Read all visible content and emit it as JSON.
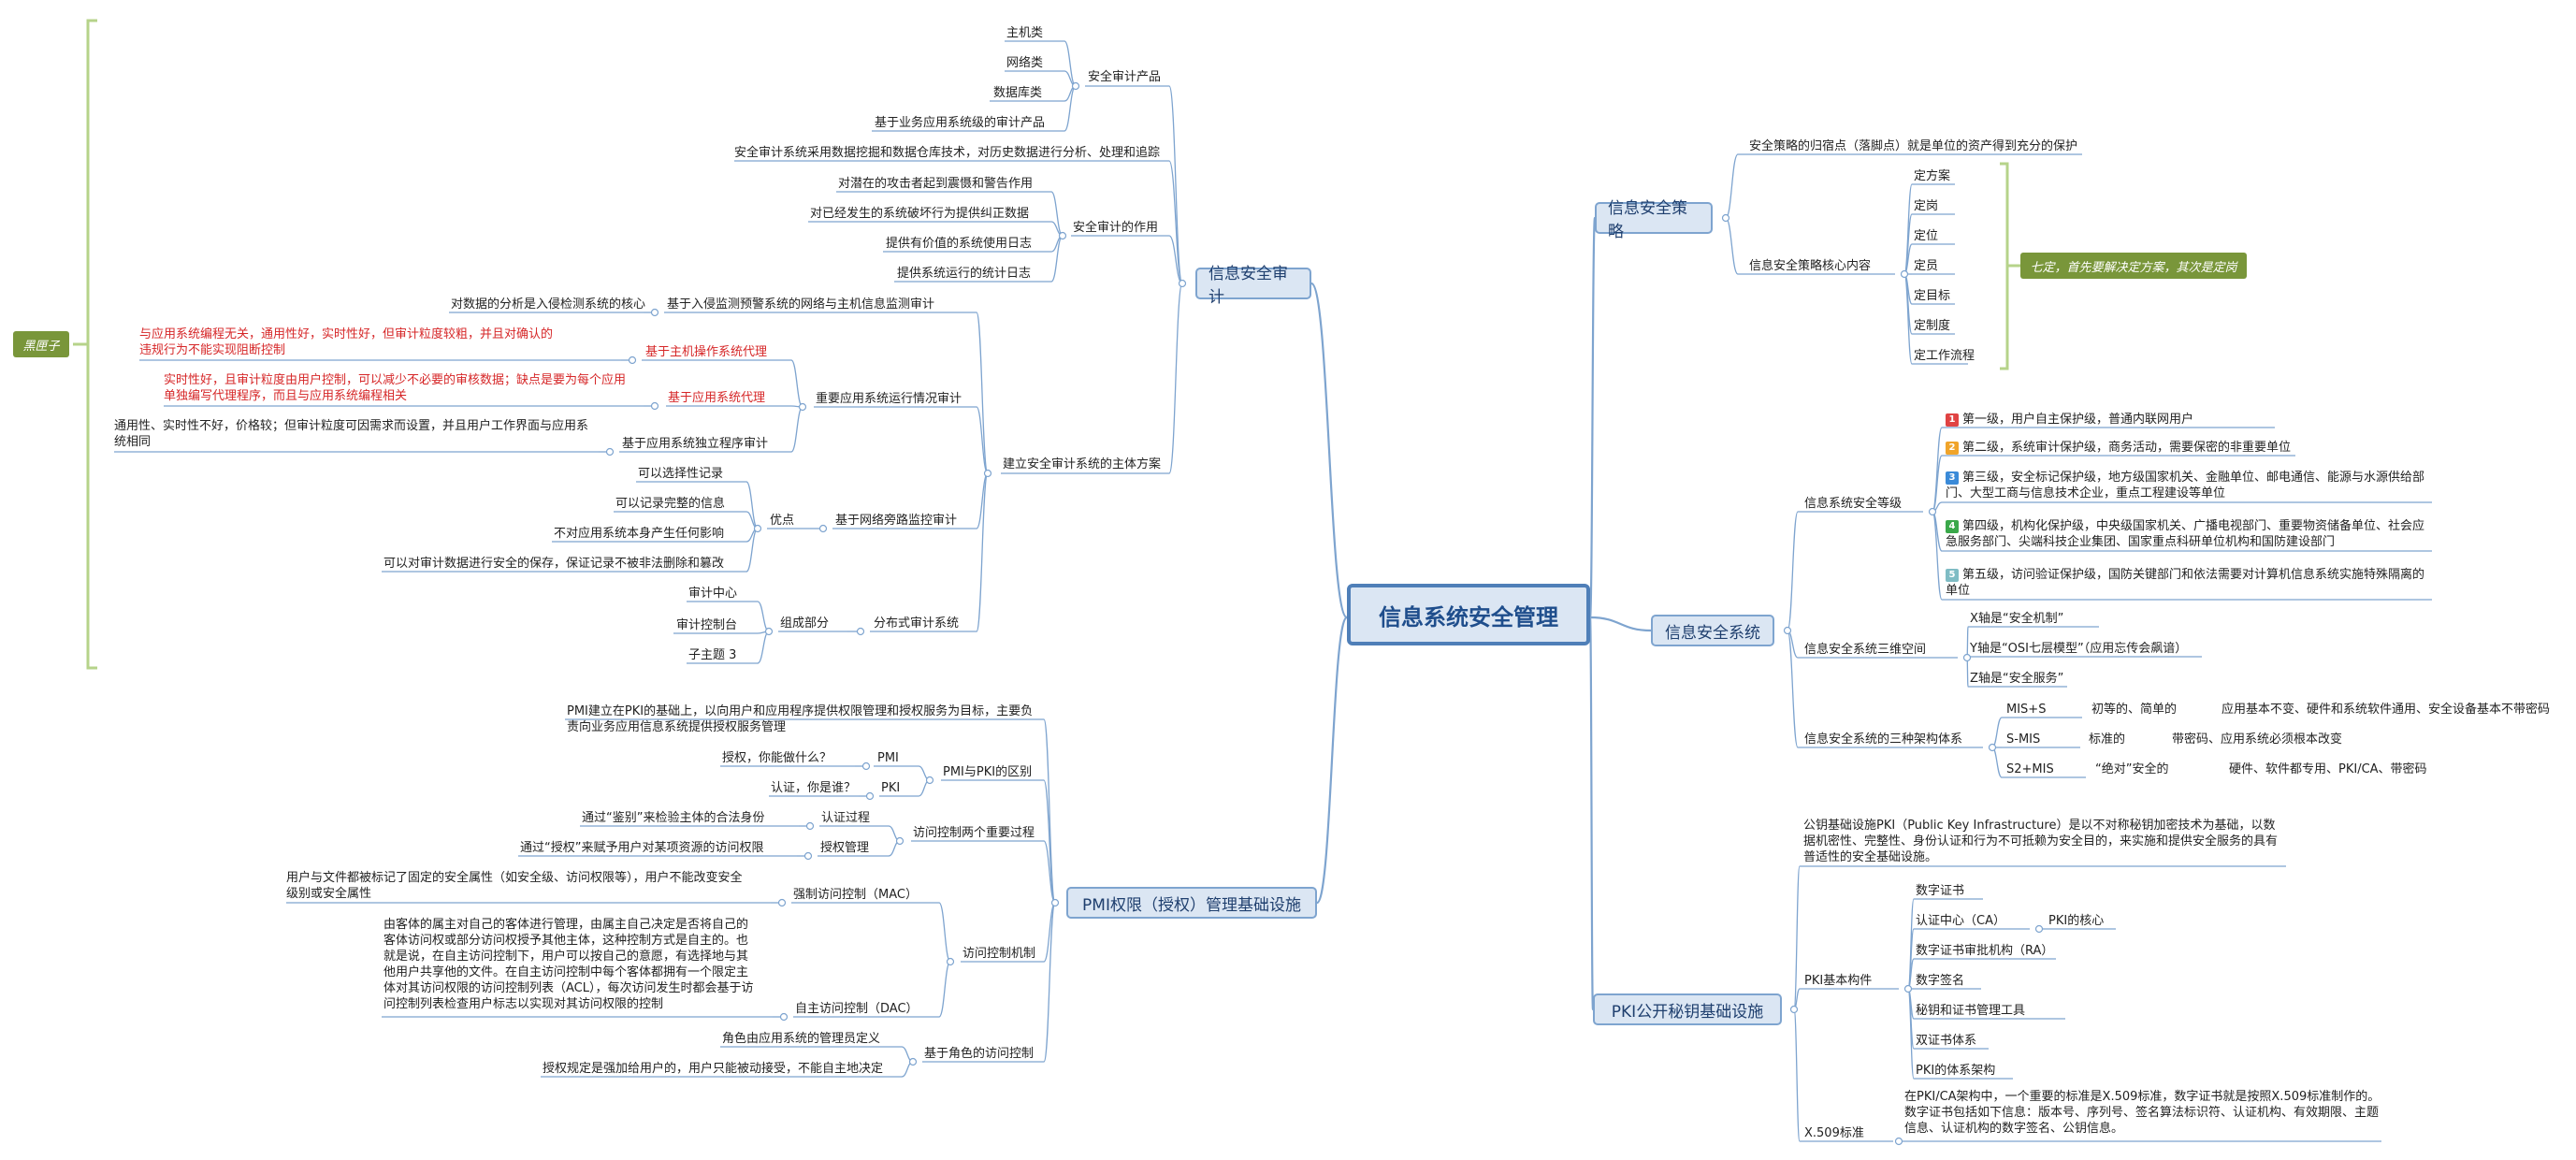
{
  "root": "信息系统安全管理",
  "audit": {
    "title": "信息安全审计",
    "products": {
      "label": "安全审计产品",
      "items": [
        "主机类",
        "网络类",
        "数据库类",
        "基于业务应用系统级的审计产品"
      ]
    },
    "mining": "安全审计系统采用数据挖掘和数据仓库技术，对历史数据进行分析、处理和追踪",
    "role": {
      "label": "安全审计的作用",
      "items": [
        "对潜在的攻击者起到震慑和警告作用",
        "对已经发生的系统破坏行为提供纠正数据",
        "提供有价值的系统使用日志",
        "提供系统运行的统计日志"
      ]
    },
    "scheme": {
      "label": "建立安全审计系统的主体方案",
      "ids": {
        "label": "基于入侵监测预警系统的网络与主机信息监测审计",
        "note": "对数据的分析是入侵检测系统的核心"
      },
      "important": {
        "label": "重要应用系统运行情况审计",
        "host_agent": {
          "label": "基于主机操作系统代理",
          "note": "与应用系统编程无关，通用性好，实时性好，但审计粒度较粗，并且对确认的违规行为不能实现阻断控制"
        },
        "app_agent": {
          "label": "基于应用系统代理",
          "note": "实时性好，且审计粒度由用户控制，可以减少不必要的审核数据；缺点是要为每个应用单独编写代理程序，而且与应用系统编程相关"
        },
        "independent": {
          "label": "基于应用系统独立程序审计",
          "note": "通用性、实时性不好，价格较；但审计粒度可因需求而设置，并且用户工作界面与应用系统相同"
        }
      },
      "bypass": {
        "label": "基于网络旁路监控审计",
        "adv_label": "优点",
        "advantages": [
          "可以选择性记录",
          "可以记录完整的信息",
          "不对应用系统本身产生任何影响",
          "可以对审计数据进行安全的保存，保证记录不被非法删除和篡改"
        ]
      },
      "distributed": {
        "label": "分布式审计系统",
        "parts_label": "组成部分",
        "parts": [
          "审计中心",
          "审计控制台",
          "子主题 3"
        ]
      }
    },
    "bracket_label": "黑匣子"
  },
  "pmi": {
    "title": "PMI权限（授权）管理基础设施",
    "intro": "PMI建立在PKI的基础上，以向用户和应用程序提供权限管理和授权服务为目标，主要负责向业务应用信息系统提供授权服务管理",
    "diff": {
      "label": "PMI与PKI的区别",
      "pmi": {
        "label": "PMI",
        "q": "授权，你能做什么？"
      },
      "pki": {
        "label": "PKI",
        "q": "认证，你是谁？"
      }
    },
    "process": {
      "label": "访问控制两个重要过程",
      "auth": {
        "label": "认证过程",
        "note": "通过“鉴别”来检验主体的合法身份"
      },
      "authz": {
        "label": "授权管理",
        "note": "通过“授权”来赋予用户对某项资源的访问权限"
      }
    },
    "mechanism": {
      "label": "访问控制机制",
      "mac": {
        "label": "强制访问控制（MAC）",
        "note": "用户与文件都被标记了固定的安全属性（如安全级、访问权限等），用户不能改变安全级别或安全属性"
      },
      "dac": {
        "label": "自主访问控制（DAC）",
        "note": "由客体的属主对自己的客体进行管理，由属主自己决定是否将自己的客体访问权或部分访问权授予其他主体，这种控制方式是自主的。也就是说，在自主访问控制下，用户可以按自己的意愿，有选择地与其他用户共享他的文件。在自主访问控制中每个客体都拥有一个限定主体对其访问权限的访问控制列表（ACL），每次访问发生时都会基于访问控制列表检查用户标志以实现对其访问权限的控制"
      }
    },
    "rbac": {
      "label": "基于角色的访问控制",
      "items": [
        "角色由应用系统的管理员定义",
        "授权规定是强加给用户的，用户只能被动接受，不能自主地决定"
      ]
    }
  },
  "policy": {
    "title": "信息安全策略",
    "focus": "安全策略的归宿点（落脚点）就是单位的资产得到充分的保护",
    "core": {
      "label": "信息安全策略核心内容",
      "items": [
        "定方案",
        "定岗",
        "定位",
        "定员",
        "定目标",
        "定制度",
        "定工作流程"
      ]
    },
    "summary": "七定，首先要解决定方案，其次是定岗"
  },
  "system": {
    "title": "信息安全系统",
    "levels": {
      "label": "信息系统安全等级",
      "items": [
        {
          "num": "1",
          "color": "#e04343",
          "text": "第一级，用户自主保护级，普通内联网用户"
        },
        {
          "num": "2",
          "color": "#f0a42a",
          "text": "第二级，系统审计保护级，商务活动，需要保密的非重要单位"
        },
        {
          "num": "3",
          "color": "#3a8ad8",
          "text": "第三级，安全标记保护级，地方级国家机关、金融单位、邮电通信、能源与水源供给部门、大型工商与信息技术企业，重点工程建设等单位"
        },
        {
          "num": "4",
          "color": "#3aa84a",
          "text": "第四级，机构化保护级，中央级国家机关、广播电视部门、重要物资储备单位、社会应急服务部门、尖端科技企业集团、国家重点科研单位机构和国防建设部门"
        },
        {
          "num": "5",
          "color": "#7fbcc4",
          "text": "第五级，访问验证保护级，国防关键部门和依法需要对计算机信息系统实施特殊隔离的单位"
        }
      ]
    },
    "space": {
      "label": "信息安全系统三维空间",
      "items": [
        "X轴是“安全机制”",
        "Y轴是“OSI七层模型”（应用忘传会飙谙）",
        "Z轴是“安全服务”"
      ]
    },
    "arch": {
      "label": "信息安全系统的三种架构体系",
      "rows": [
        {
          "name": "MIS+S",
          "a": "初等的、简单的",
          "b": "应用基本不变、硬件和系统软件通用、安全设备基本不带密码"
        },
        {
          "name": "S-MIS",
          "a": "标准的",
          "b": "带密码、应用系统必须根本改变"
        },
        {
          "name": "S2+MIS",
          "a": "“绝对”安全的",
          "b": "硬件、软件都专用、PKI/CA、带密码"
        }
      ]
    }
  },
  "pki": {
    "title": "PKI公开秘钥基础设施",
    "intro": "公钥基础设施PKI（Public Key Infrastructure）是以不对称秘钥加密技术为基础，以数据机密性、完整性、身份认证和行为不可抵赖为安全目的，来实施和提供安全服务的具有普适性的安全基础设施。",
    "components": {
      "label": "PKI基本构件",
      "items": [
        "数字证书",
        "认证中心（CA）",
        "数字证书审批机构（RA）",
        "数字签名",
        "秘钥和证书管理工具",
        "双证书体系",
        "PKI的体系架构"
      ],
      "ca_note": "PKI的核心"
    },
    "x509": {
      "label": "X.509标准",
      "note": "在PKI/CA架构中，一个重要的标准是X.509标准，数字证书就是按照X.509标准制作的。数字证书包括如下信息：版本号、序列号、签名算法标识符、认证机构、有效期限、主题信息、认证机构的数字签名、公钥信息。"
    }
  },
  "colors": {
    "line": "#7ea4cf",
    "main_fill": "#dbe6f3",
    "bracket": "#b6d38a",
    "tag": "#79963a"
  }
}
